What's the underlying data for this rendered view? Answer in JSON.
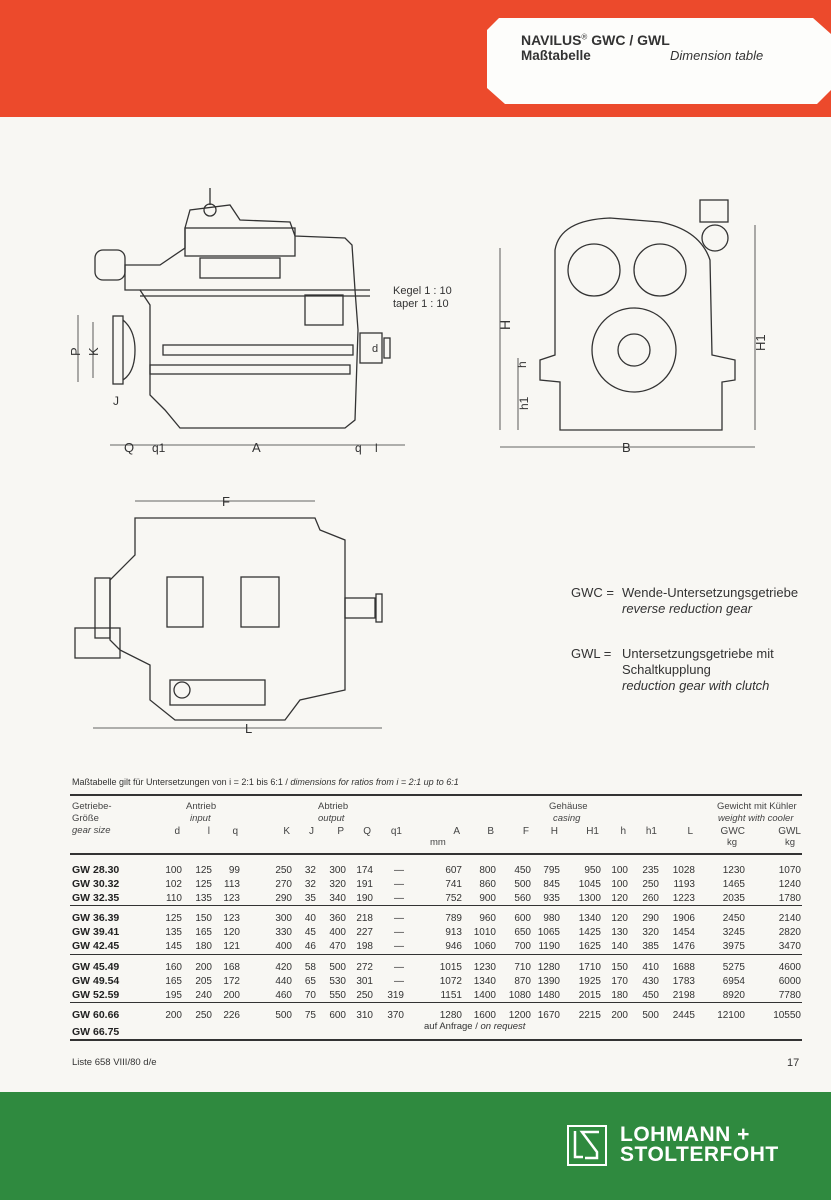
{
  "header": {
    "brand": "NAVILUS",
    "reg": "®",
    "title_rest": " GWC / GWL",
    "subtitle_de": "Maßtabelle",
    "subtitle_en": "Dimension table"
  },
  "drawing": {
    "side_labels": {
      "taper_de": "Kegel 1 : 10",
      "taper_en": "taper 1 : 10",
      "P": "P",
      "K": "K",
      "J": "J",
      "d": "d",
      "Q": "Q",
      "q1": "q1",
      "A": "A",
      "q": "q",
      "l": "l"
    },
    "end_labels": {
      "H": "H",
      "H1": "H1",
      "h": "h",
      "h1": "h1",
      "B": "B"
    },
    "top_labels": {
      "F": "F",
      "L": "L"
    }
  },
  "legend": [
    {
      "code": "GWC =",
      "de": [
        "Wende-Untersetzungsgetriebe"
      ],
      "en": "reverse reduction gear"
    },
    {
      "code": "GWL =",
      "de": [
        "Untersetzungsgetriebe mit",
        "Schaltkupplung"
      ],
      "en": "reduction gear with clutch"
    }
  ],
  "table": {
    "caption_de": "Maßtabelle gilt für Untersetzungen von i = 2:1 bis 6:1 / ",
    "caption_en": "dimensions for ratios from i = 2:1 up to 6:1",
    "groups": {
      "size_de1": "Getriebe-",
      "size_de2": "Größe",
      "size_en": "gear size",
      "input_de": "Antrieb",
      "input_en": "input",
      "output_de": "Abtrieb",
      "output_en": "output",
      "casing_de": "Gehäuse",
      "casing_en": "casing",
      "weight_de": "Gewicht mit Kühler",
      "weight_en": "weight with cooler",
      "unit_mm": "mm",
      "unit_kg": "kg"
    },
    "columns": [
      "d",
      "l",
      "q",
      "K",
      "J",
      "P",
      "Q",
      "q1",
      "A",
      "B",
      "F",
      "H",
      "H1",
      "h",
      "h1",
      "L",
      "GWC",
      "GWL"
    ],
    "blocks": [
      [
        {
          "size": "GW 28.30",
          "values": [
            "100",
            "125",
            "99",
            "250",
            "32",
            "300",
            "174",
            "—",
            "607",
            "800",
            "450",
            "795",
            "950",
            "100",
            "235",
            "1028",
            "1230",
            "1070"
          ]
        },
        {
          "size": "GW 30.32",
          "values": [
            "102",
            "125",
            "113",
            "270",
            "32",
            "320",
            "191",
            "—",
            "741",
            "860",
            "500",
            "845",
            "1045",
            "100",
            "250",
            "1193",
            "1465",
            "1240"
          ]
        },
        {
          "size": "GW 32.35",
          "values": [
            "110",
            "135",
            "123",
            "290",
            "35",
            "340",
            "190",
            "—",
            "752",
            "900",
            "560",
            "935",
            "1300",
            "120",
            "260",
            "1223",
            "2035",
            "1780"
          ]
        }
      ],
      [
        {
          "size": "GW 36.39",
          "values": [
            "125",
            "150",
            "123",
            "300",
            "40",
            "360",
            "218",
            "—",
            "789",
            "960",
            "600",
            "980",
            "1340",
            "120",
            "290",
            "1906",
            "2450",
            "2140"
          ]
        },
        {
          "size": "GW 39.41",
          "values": [
            "135",
            "165",
            "120",
            "330",
            "45",
            "400",
            "227",
            "—",
            "913",
            "1010",
            "650",
            "1065",
            "1425",
            "130",
            "320",
            "1454",
            "3245",
            "2820"
          ]
        },
        {
          "size": "GW 42.45",
          "values": [
            "145",
            "180",
            "121",
            "400",
            "46",
            "470",
            "198",
            "—",
            "946",
            "1060",
            "700",
            "1190",
            "1625",
            "140",
            "385",
            "1476",
            "3975",
            "3470"
          ]
        }
      ],
      [
        {
          "size": "GW 45.49",
          "values": [
            "160",
            "200",
            "168",
            "420",
            "58",
            "500",
            "272",
            "—",
            "1015",
            "1230",
            "710",
            "1280",
            "1710",
            "150",
            "410",
            "1688",
            "5275",
            "4600"
          ]
        },
        {
          "size": "GW 49.54",
          "values": [
            "165",
            "205",
            "172",
            "440",
            "65",
            "530",
            "301",
            "—",
            "1072",
            "1340",
            "870",
            "1390",
            "1925",
            "170",
            "430",
            "1783",
            "6954",
            "6000"
          ]
        },
        {
          "size": "GW 52.59",
          "values": [
            "195",
            "240",
            "200",
            "460",
            "70",
            "550",
            "250",
            "319",
            "1151",
            "1400",
            "1080",
            "1480",
            "2015",
            "180",
            "450",
            "2198",
            "8920",
            "7780"
          ]
        }
      ],
      [
        {
          "size": "GW 60.66",
          "values": [
            "200",
            "250",
            "226",
            "500",
            "75",
            "600",
            "310",
            "370",
            "1280",
            "1600",
            "1200",
            "1670",
            "2215",
            "200",
            "500",
            "2445",
            "12100",
            "10550"
          ]
        },
        {
          "size": "GW 66.75",
          "values": []
        }
      ]
    ],
    "on_request_de": "auf Anfrage / ",
    "on_request_en": "on request"
  },
  "footer": {
    "list": "Liste 658  VIII/80 d/e",
    "page": "17"
  },
  "brand": {
    "line1": "LOHMANN +",
    "line2": "STOLTERFOHT"
  },
  "colors": {
    "red": "#ec4a2c",
    "green": "#2f8a3f"
  }
}
